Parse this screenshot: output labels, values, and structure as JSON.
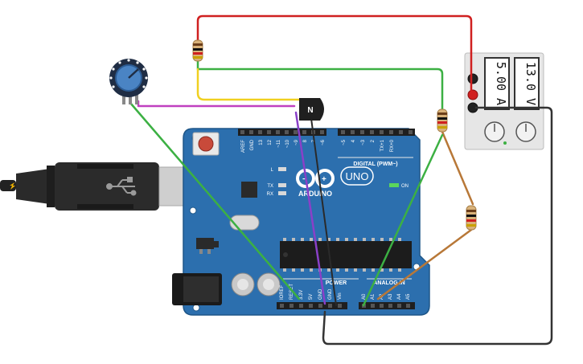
{
  "board": {
    "logo_text": "ARDUINO",
    "model": "UNO",
    "digital_header": "DIGITAL (PWM~)",
    "power_label": "POWER",
    "analog_label": "ANALOG IN",
    "on_label": "ON",
    "l_label": "L",
    "tx_label": "TX",
    "rx_label": "RX",
    "digital_pins": [
      "AREF",
      "GND",
      "13",
      "12",
      "~11",
      "~10",
      "~9",
      "8",
      "7",
      "~6",
      "~5",
      "4",
      "~3",
      "2",
      "TX+1",
      "RX+0"
    ],
    "power_pins": [
      "IOREF",
      "RESET",
      "3.3V",
      "5V",
      "GND",
      "GND",
      "Vin"
    ],
    "analog_pins": [
      "A0",
      "A1",
      "A2",
      "A3",
      "A4",
      "A5"
    ]
  },
  "power_supply": {
    "current_display": "5.00 A",
    "voltage_display": "13.0 V"
  },
  "transistor": {
    "type_label": "N"
  },
  "colors": {
    "board": "#2c6fae",
    "wire_red": "#d02020",
    "wire_green": "#3cb043",
    "wire_yellow": "#f0d020",
    "wire_magenta": "#c040c0",
    "wire_purple": "#8a40c8",
    "wire_brown": "#b87838",
    "wire_black": "#333333"
  }
}
